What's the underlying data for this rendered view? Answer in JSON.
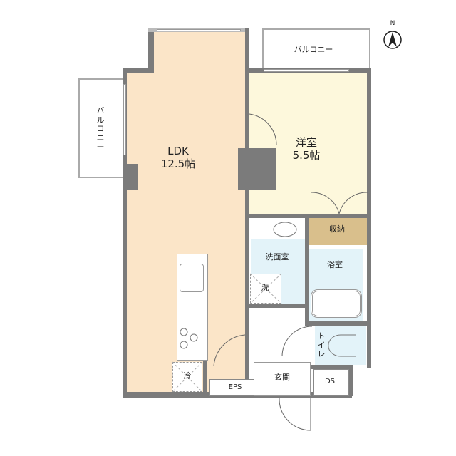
{
  "compass": {
    "label": "N"
  },
  "rooms": {
    "ldk": {
      "name": "LDK",
      "size": "12.5帖",
      "color": "#fbe5c8"
    },
    "western": {
      "name": "洋室",
      "size": "5.5帖",
      "color": "#fdf8dc"
    },
    "storage": {
      "name": "収納",
      "color": "#d9bf8c"
    },
    "washroom": {
      "name": "洗面室",
      "color": "#e3f3f9"
    },
    "bathroom": {
      "name": "浴室",
      "color": "#e3f3f9"
    },
    "toilet": {
      "name": "トイレ",
      "color": "#e3f3f9"
    },
    "entrance": {
      "name": "玄関"
    },
    "eps": {
      "name": "EPS"
    },
    "ds": {
      "name": "DS"
    },
    "balcony_top": {
      "name": "バルコニー"
    },
    "balcony_left": {
      "name": "バルコニー"
    }
  },
  "fixtures": {
    "washer": "洗",
    "fridge": "冷"
  },
  "colors": {
    "wall": "#7b7b7b"
  }
}
